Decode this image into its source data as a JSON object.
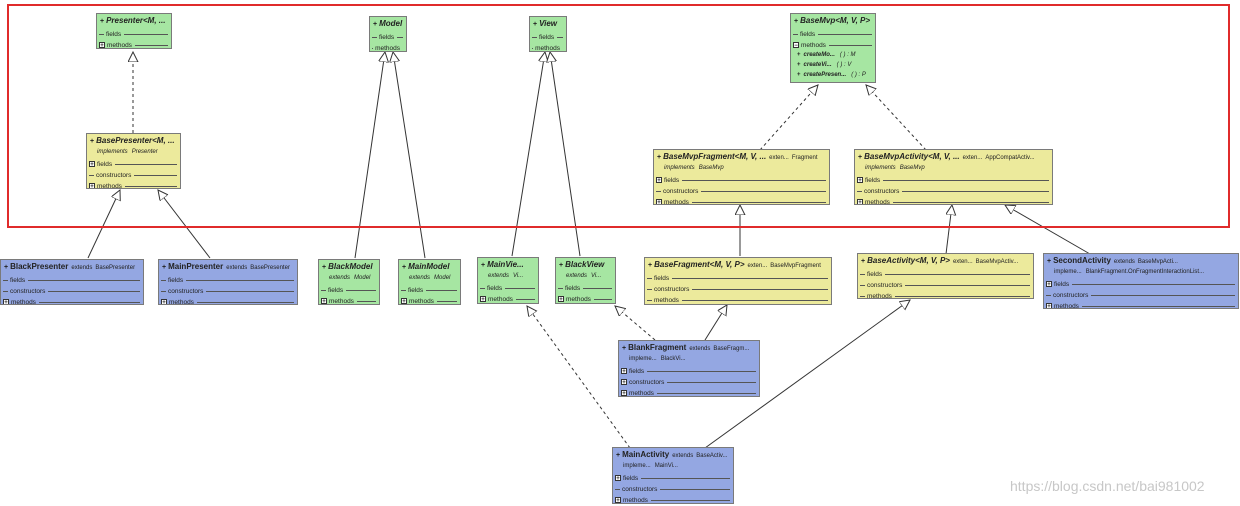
{
  "diagram": {
    "watermark": "https://blog.csdn.net/bai981002",
    "colors": {
      "interface_fill": "#a6e6a2",
      "abstract_fill": "#ecea9c",
      "concrete_fill": "#94a7e2",
      "highlight_frame": "#e02b2b"
    },
    "labels": {
      "fields": "fields",
      "methods": "methods",
      "constructors": "constructors",
      "extends": "extends",
      "implements": "implements",
      "impleme": "impleme...",
      "exten": "exten..."
    },
    "classes": {
      "presenter": {
        "name": "Presenter<M, ..."
      },
      "model": {
        "name": "Model"
      },
      "view": {
        "name": "View"
      },
      "basemvp": {
        "name": "BaseMvp<M, V, P>",
        "methods": [
          {
            "name": "createMo...",
            "ret": "( ) : M"
          },
          {
            "name": "createVi...",
            "ret": "( ) : V"
          },
          {
            "name": "createPresen...",
            "ret": "( ) : P"
          }
        ]
      },
      "basepresenter": {
        "name": "BasePresenter<M, ...",
        "impl": "Presenter"
      },
      "basemvpfragment": {
        "name": "BaseMvpFragment<M, V, ...",
        "extends": "Fragment",
        "impl": "BaseMvp"
      },
      "basemvpactivity": {
        "name": "BaseMvpActivity<M, V, ...",
        "extends": "AppCompatActiv...",
        "impl": "BaseMvp"
      },
      "blackpresenter": {
        "name": "BlackPresenter",
        "extends": "BasePresenter"
      },
      "mainpresenter": {
        "name": "MainPresenter",
        "extends": "BasePresenter"
      },
      "blackmodel": {
        "name": "BlackModel",
        "extends": "Model"
      },
      "mainmodel": {
        "name": "MainModel",
        "extends": "Model"
      },
      "mainview": {
        "name": "MainVie...",
        "extends": "Vi..."
      },
      "blackview": {
        "name": "BlackView",
        "extends": "Vi..."
      },
      "basefragment": {
        "name": "BaseFragment<M, V, P>",
        "extends": "BaseMvpFragment"
      },
      "baseactivity": {
        "name": "BaseActivity<M, V, P>",
        "extends": "BaseMvpActiv..."
      },
      "secondactivity": {
        "name": "SecondActivity",
        "extends": "BaseMvpActi...",
        "impl": "BlankFragment.OnFragmentInteractionList..."
      },
      "blankfragment": {
        "name": "BlankFragment",
        "extends": "BaseFragm...",
        "impl": "BlackVi..."
      },
      "mainactivity": {
        "name": "MainActivity",
        "extends": "BaseActiv...",
        "impl": "MainVi..."
      }
    }
  }
}
